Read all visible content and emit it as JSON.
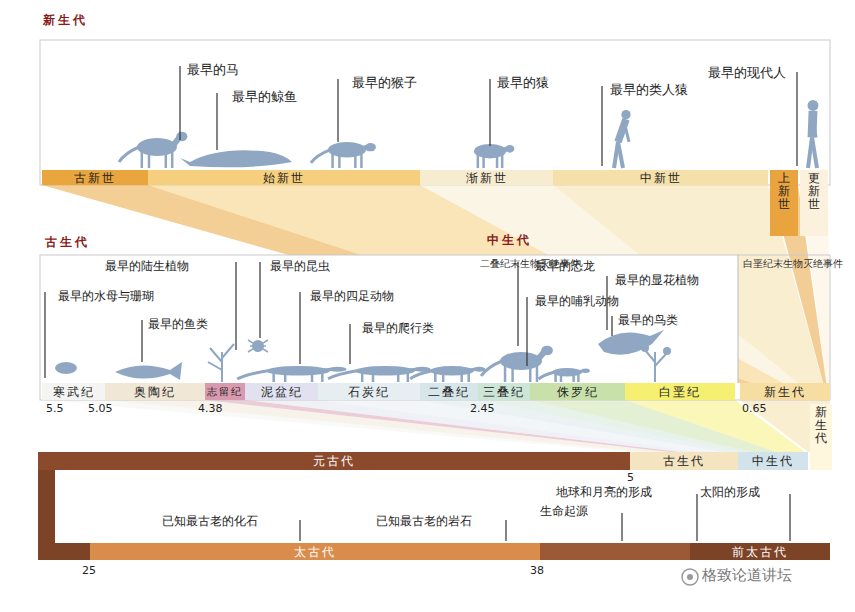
{
  "diagram": {
    "nodes": [
      {
        "text": [
          "古新世"
        ]
      },
      {
        "text": [
          "始新世"
        ]
      },
      {
        "text": [
          "渐新世"
        ]
      },
      {
        "text": [
          "中新世"
        ]
      },
      {
        "text": [
          "上新世"
        ]
      },
      {
        "text": [
          "更新世"
        ]
      },
      {
        "text": [
          "寒武纪"
        ]
      },
      {
        "text": [
          "奥陶纪"
        ]
      },
      {
        "text": [
          "志留纪"
        ]
      },
      {
        "text": [
          "泥盆纪"
        ]
      },
      {
        "text": [
          "石炭纪"
        ]
      },
      {
        "text": [
          "二叠纪"
        ]
      },
      {
        "text": [
          "三叠纪"
        ]
      },
      {
        "text": [
          "侏罗纪"
        ]
      },
      {
        "text": [
          "白垩纪"
        ]
      },
      {
        "text": [
          "新生代"
        ]
      },
      {
        "text": [
          "元古代"
        ]
      },
      {
        "text": [
          "古生代"
        ]
      },
      {
        "text": [
          "中生代"
        ]
      },
      {
        "text": [
          "新生代"
        ]
      },
      {
        "text": [
          "太古代"
        ]
      },
      {
        "text": [
          "前太古代"
        ]
      }
    ],
    "labels": [
      "新生代",
      "最早的马",
      "最早的鲸鱼",
      "最早的猴子",
      "最早的猿",
      "最早的类人猿",
      "最早的现代人",
      "古生代",
      "中生代",
      "最早的水母与珊瑚",
      "最早的鱼类",
      "最早的陆生植物",
      "最早的昆虫",
      "最早的四足动物",
      "最早的爬行类",
      "二叠纪末生物灭绝事件",
      "最早的恐龙",
      "最早的哺乳动物",
      "最早的显花植物",
      "最早的鸟类",
      "白垩纪末生物灭绝事件",
      "5.5",
      "5.05",
      "4.38",
      "2.45",
      "0.65",
      "已知最古老的化石",
      "已知最古老的岩石",
      "生命起源",
      "地球和月亮的形成",
      "太阳的形成",
      "25",
      "38",
      "5",
      "格致论道讲坛"
    ]
  }
}
